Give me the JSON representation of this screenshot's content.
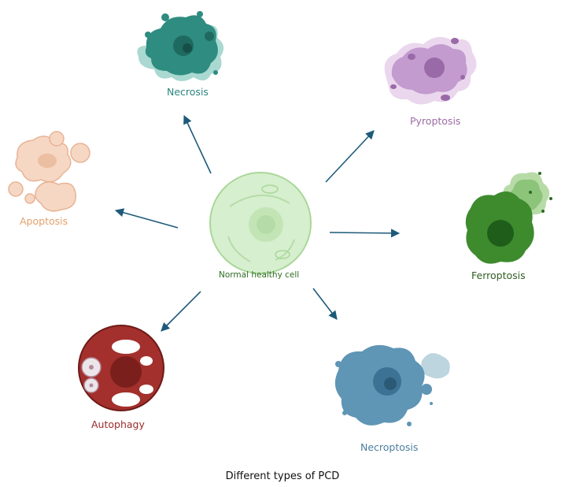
{
  "center_cell": {
    "label": "Normal healthy cell",
    "color": "#2f6b21"
  },
  "outcomes": [
    {
      "name": "Necrosis",
      "color": "#2a8580",
      "icon": "necrotic-cell-icon"
    },
    {
      "name": "Pyroptosis",
      "color": "#9c6aa4",
      "icon": "pyroptotic-cell-icon"
    },
    {
      "name": "Apoptosis",
      "color": "#e3a06b",
      "icon": "apoptotic-cell-icon"
    },
    {
      "name": "Ferroptosis",
      "color": "#2e5e22",
      "icon": "ferroptotic-cell-icon"
    },
    {
      "name": "Autophagy",
      "color": "#9b2a2a",
      "icon": "autophagic-cell-icon"
    },
    {
      "name": "Necroptosis",
      "color": "#4c7f9d",
      "icon": "necroptotic-cell-icon"
    }
  ],
  "arrow_color": "#1d5a7a",
  "caption": "Different types of PCD"
}
